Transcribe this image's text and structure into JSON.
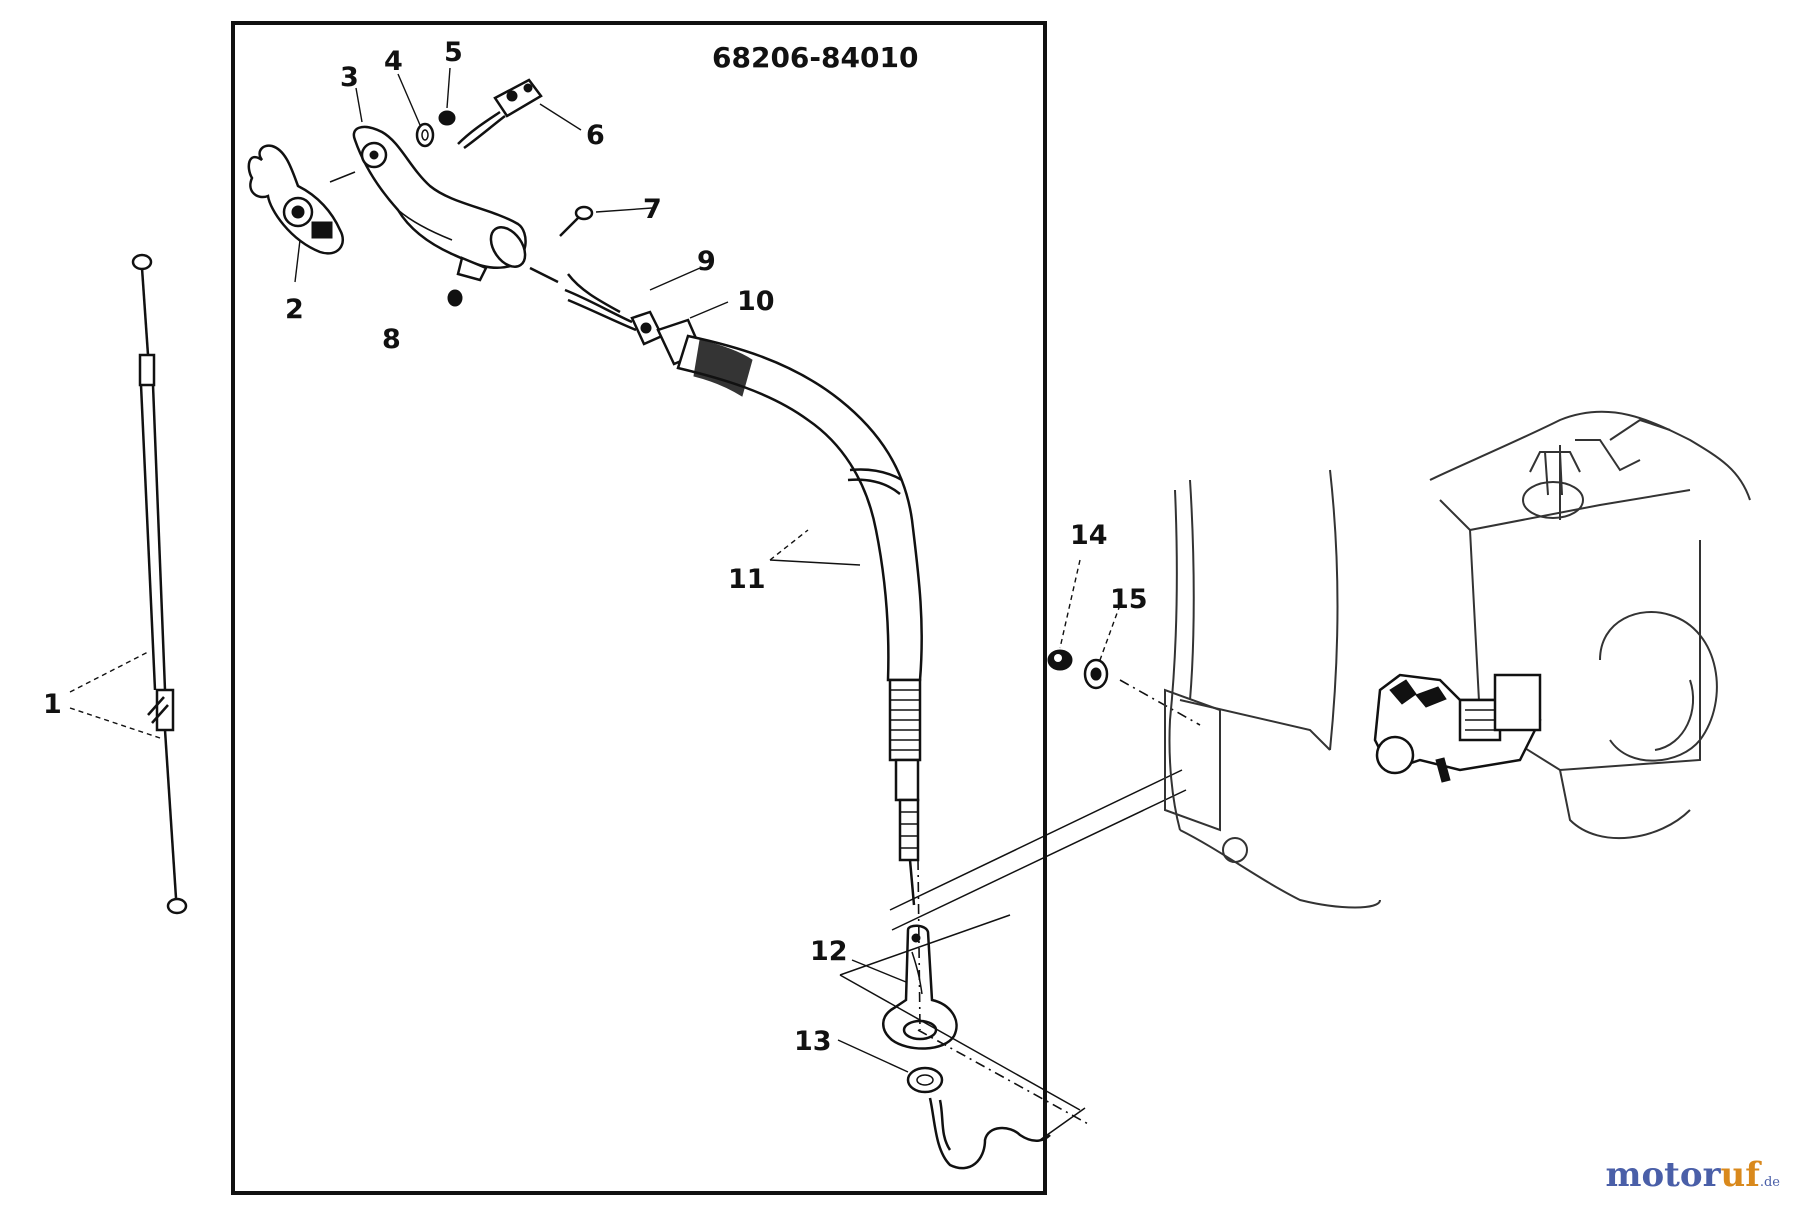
{
  "diagram": {
    "part_number": "68206-84010",
    "callouts": [
      "1",
      "2",
      "3",
      "4",
      "5",
      "6",
      "7",
      "8",
      "9",
      "10",
      "11",
      "12",
      "13",
      "14",
      "15"
    ]
  },
  "watermark": {
    "brand_main": "motor",
    "brand_accent": "uf",
    "brand_tld": ".de"
  }
}
